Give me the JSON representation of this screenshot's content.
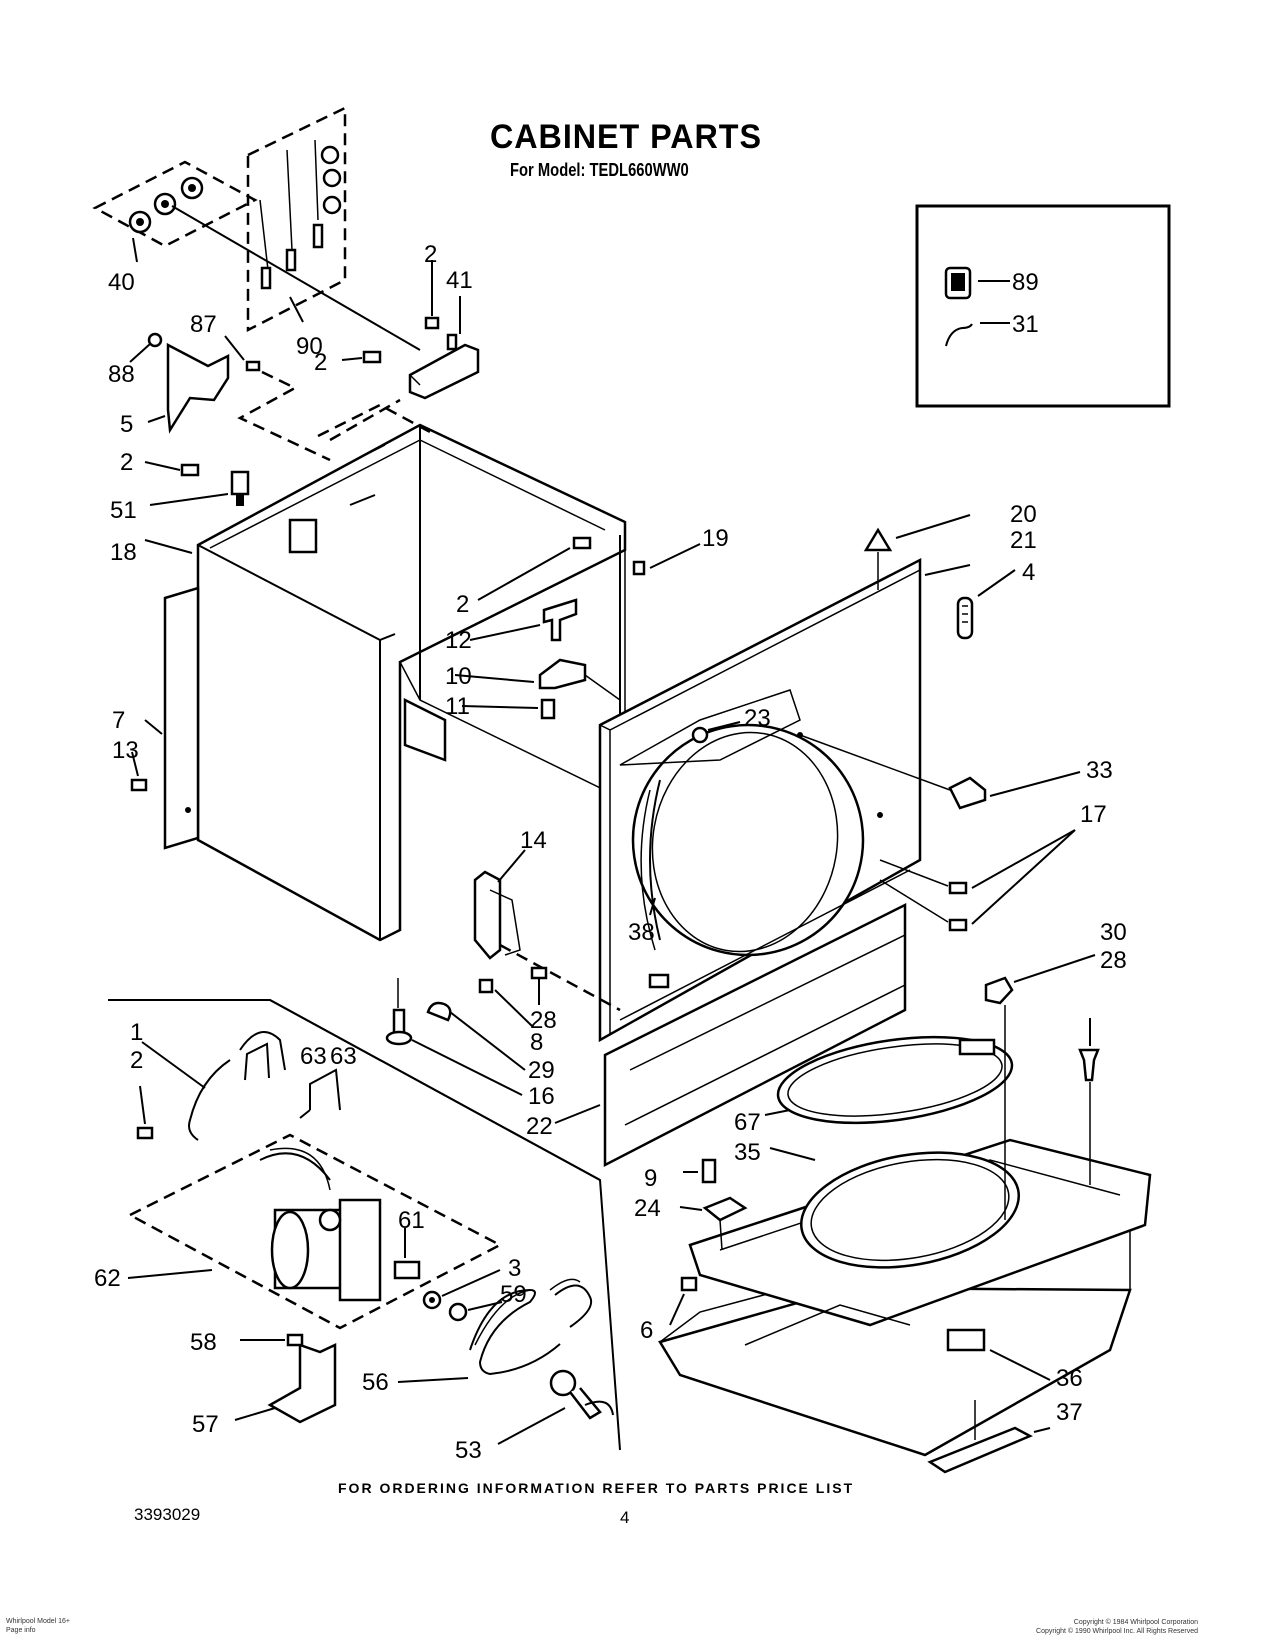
{
  "header": {
    "title": "CABINET PARTS",
    "subtitle": "For Model: TEDL660WW0"
  },
  "footer": {
    "order_info": "FOR ORDERING INFORMATION REFER TO PARTS PRICE LIST",
    "doc_number": "3393029",
    "page_number": "4",
    "left_small": [
      "Whirlpool Model 16+",
      "Page info"
    ],
    "right_small": [
      "Copyright © 1984 Whirlpool Corporation",
      "Copyright © 1990 Whirlpool Inc. All Rights Reserved"
    ]
  },
  "callouts": [
    "40",
    "90",
    "2",
    "41",
    "87",
    "88",
    "2",
    "5",
    "2",
    "51",
    "18",
    "7",
    "13",
    "2",
    "19",
    "12",
    "10",
    "11",
    "23",
    "20",
    "21",
    "4",
    "33",
    "17",
    "14",
    "38",
    "30",
    "28",
    "1",
    "2",
    "63",
    "63",
    "8",
    "28",
    "29",
    "16",
    "22",
    "67",
    "35",
    "9",
    "24",
    "61",
    "3",
    "59",
    "62",
    "6",
    "58",
    "56",
    "57",
    "53",
    "36",
    "37",
    "89",
    "31"
  ]
}
